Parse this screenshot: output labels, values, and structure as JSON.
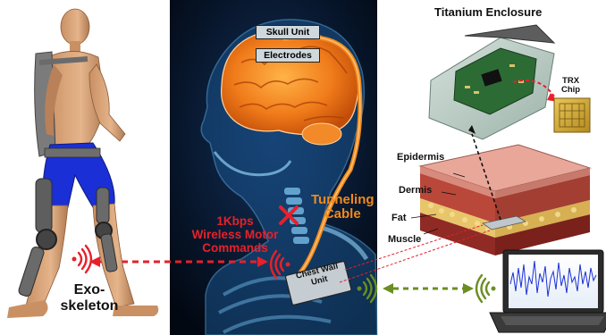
{
  "labels": {
    "titanium_enclosure": "Titanium Enclosure",
    "trx_chip_line1": "TRX",
    "trx_chip_line2": "Chip",
    "skull_unit": "Skull Unit",
    "electrodes": "Electrodes",
    "tunneling_line1": "Tunneling",
    "tunneling_line2": "Cable",
    "wireless_line1": "1Kbps",
    "wireless_line2": "Wireless Motor",
    "wireless_line3": "Commands",
    "chest_wall_line1": "Chest Wall",
    "chest_wall_line2": "Unit",
    "epidermis": "Epidermis",
    "dermis": "Dermis",
    "fat": "Fat",
    "muscle": "Muscle",
    "exo_line1": "Exo-",
    "exo_line2": "skeleton"
  },
  "colors": {
    "red_link": "#e8202a",
    "green_link": "#6b8e23",
    "cable_orange": "#f08a1c",
    "brain_orange": "#f5821f",
    "body_blue": "#4a9bd6",
    "panel_bg": "#050d1c"
  },
  "icons": {
    "wireless_left": "wireless-signal-icon",
    "wireless_chest": "wireless-signal-icon",
    "wireless_green_left": "wireless-signal-icon",
    "wireless_green_right": "wireless-signal-icon",
    "x_mark": "x-mark-icon"
  }
}
